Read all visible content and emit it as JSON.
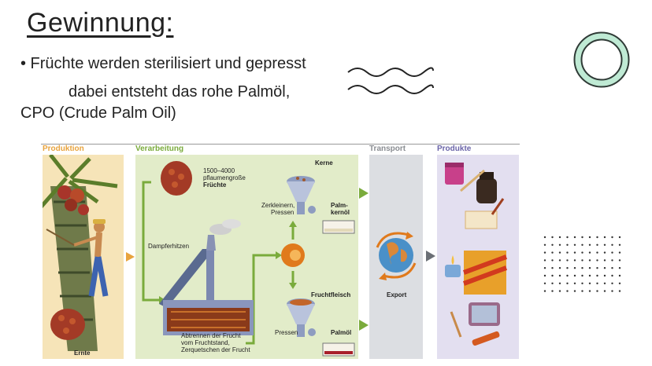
{
  "slide": {
    "title": "Gewinnung:",
    "bullet_line1": "• Früchte werden sterilisiert und gepresst",
    "bullet_line2": "dabei entsteht das rohe Palmöl,",
    "bullet_line3": "CPO (Crude Palm Oil)"
  },
  "diagram": {
    "headers": {
      "produktion": "Produktion",
      "verarbeitung": "Verarbeitung",
      "transport": "Transport",
      "produkte": "Produkte"
    },
    "labels": {
      "fruechte_line1": "1500–4000",
      "fruechte_line2": "pflaumengroße",
      "fruechte_line3": "Früchte",
      "kerne": "Kerne",
      "zerkleinern_line1": "Zerkleinern,",
      "zerkleinern_line2": "Pressen",
      "palmkernoel_line1": "Palm-",
      "palmkernoel_line2": "kernöl",
      "dampferhitzen": "Dampferhitzen",
      "fruchtfleisch": "Fruchtfleisch",
      "pressen": "Pressen",
      "palmoel": "Palmöl",
      "abtrennen_line1": "Abtrennen der Frucht",
      "abtrennen_line2": "vom Fruchtstand,",
      "abtrennen_line3": "Zerquetschen der Frucht",
      "ernte": "Ernte",
      "export": "Export"
    },
    "colors": {
      "produktion": "#e8a33d",
      "verarbeitung": "#7aab3c",
      "transport": "#8a8d92",
      "produkte": "#6a64a8"
    }
  }
}
